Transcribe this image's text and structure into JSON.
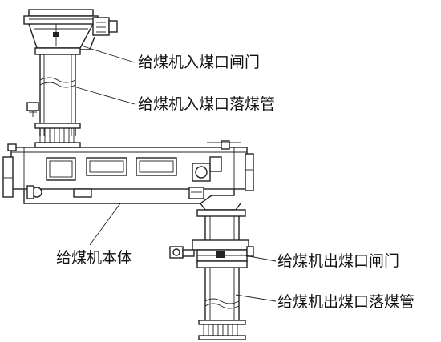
{
  "diagram": {
    "labels": {
      "inlet_gate": "给煤机入煤口闸门",
      "inlet_chute": "给煤机入煤口落煤管",
      "feeder_body": "给煤机本体",
      "outlet_gate": "给煤机出煤口闸门",
      "outlet_chute": "给煤机出煤口落煤管"
    }
  }
}
